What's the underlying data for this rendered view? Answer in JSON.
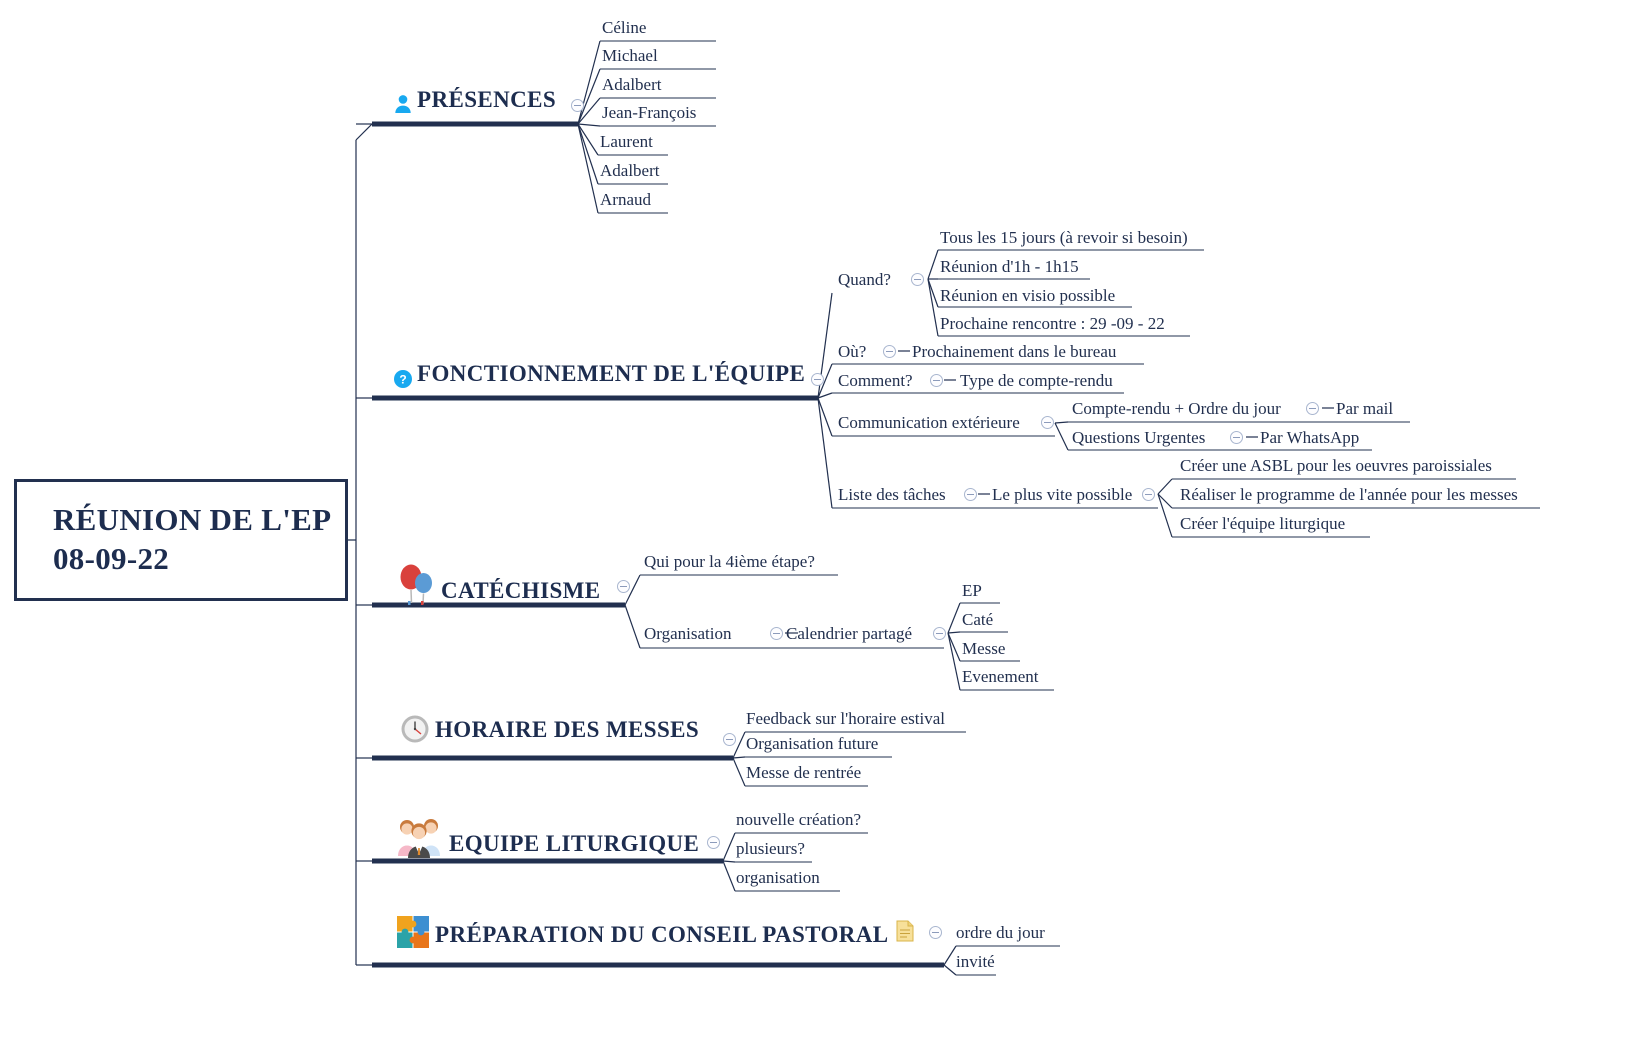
{
  "root": {
    "title": "RÉUNION DE L'EP 08-09-22"
  },
  "branches": [
    {
      "id": "presences",
      "label": "PRÉSENCES",
      "icon": "person-icon",
      "children": [
        {
          "label": "Céline"
        },
        {
          "label": "Michael"
        },
        {
          "label": "Adalbert"
        },
        {
          "label": "Jean-François"
        },
        {
          "label": "Laurent"
        },
        {
          "label": "Adalbert"
        },
        {
          "label": "Arnaud"
        }
      ]
    },
    {
      "id": "fonctionnement",
      "label": "FONCTIONNEMENT DE L'ÉQUIPE",
      "icon": "question-mark-icon",
      "children": [
        {
          "label": "Quand?",
          "children": [
            {
              "label": "Tous les 15 jours (à revoir si besoin)"
            },
            {
              "label": "Réunion d'1h - 1h15"
            },
            {
              "label": "Réunion en visio possible"
            },
            {
              "label": "Prochaine rencontre : 29 -09 - 22"
            }
          ]
        },
        {
          "label": "Où?",
          "children": [
            {
              "label": "Prochainement dans le bureau"
            }
          ]
        },
        {
          "label": "Comment?",
          "children": [
            {
              "label": "Type de compte-rendu"
            }
          ]
        },
        {
          "label": "Communication extérieure",
          "children": [
            {
              "label": "Compte-rendu + Ordre du jour",
              "children": [
                {
                  "label": "Par mail"
                }
              ]
            },
            {
              "label": "Questions Urgentes",
              "children": [
                {
                  "label": "Par WhatsApp"
                }
              ]
            }
          ]
        },
        {
          "label": "Liste des tâches",
          "children": [
            {
              "label": "Le plus vite possible",
              "children": [
                {
                  "label": "Créer une ASBL pour les oeuvres paroissiales"
                },
                {
                  "label": "Réaliser le programme de l'année pour les messes"
                },
                {
                  "label": "Créer l'équipe liturgique"
                }
              ]
            }
          ]
        }
      ]
    },
    {
      "id": "catechisme",
      "label": "CATÉCHISME",
      "icon": "balloons-icon",
      "children": [
        {
          "label": "Qui pour la 4ième étape?"
        },
        {
          "label": "Organisation",
          "children": [
            {
              "label": "Calendrier partagé",
              "children": [
                {
                  "label": "EP"
                },
                {
                  "label": "Caté"
                },
                {
                  "label": "Messe"
                },
                {
                  "label": "Evenement"
                }
              ]
            }
          ]
        }
      ]
    },
    {
      "id": "horaire",
      "label": "HORAIRE DES MESSES",
      "icon": "clock-icon",
      "children": [
        {
          "label": "Feedback sur l'horaire estival"
        },
        {
          "label": "Organisation future"
        },
        {
          "label": "Messe de rentrée"
        }
      ]
    },
    {
      "id": "liturgique",
      "label": "EQUIPE LITURGIQUE",
      "icon": "people-group-icon",
      "children": [
        {
          "label": "nouvelle création?"
        },
        {
          "label": "plusieurs?"
        },
        {
          "label": "organisation"
        }
      ]
    },
    {
      "id": "conseil",
      "label": "PRÉPARATION DU CONSEIL PASTORAL",
      "icon": "puzzle-icon",
      "note_icon": "note-icon",
      "children": [
        {
          "label": "ordre du jour"
        },
        {
          "label": "invité"
        }
      ]
    }
  ],
  "colors": {
    "ink": "#1d2d4f",
    "line": "#22304f",
    "toggle": "#a9b6cf",
    "icon_blue": "#18a9f0",
    "balloon_red": "#d9413c",
    "balloon_blue": "#5b9bd5",
    "note_yellow": "#f5d97a"
  }
}
